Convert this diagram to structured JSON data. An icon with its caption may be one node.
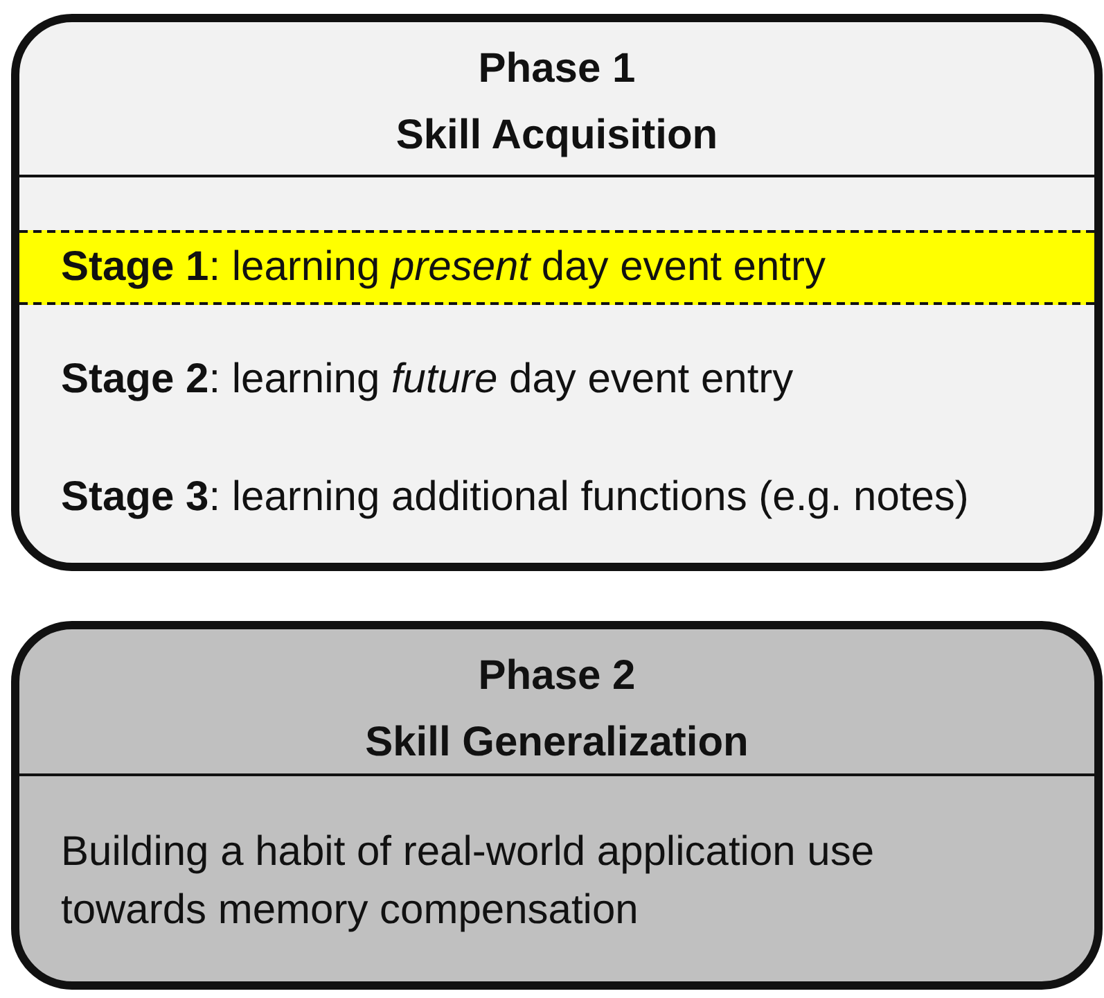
{
  "diagram": {
    "nodes": [
      {
        "text": [
          "Phase 1",
          "Skill Acquisition"
        ]
      },
      {
        "text": [
          "**Stage 1**: learning *present* day event entry"
        ],
        "in": 0
      },
      {
        "text": [
          "**Stage 2**: learning *future* day event entry"
        ],
        "in": 0
      },
      {
        "text": [
          "**Stage 3**: learning additional functions (e.g. notes)"
        ],
        "in": 0
      },
      {
        "text": [
          "Phase 2",
          "Skill Generalization",
          "Building a habit of real-world application use towards memory compensation"
        ]
      }
    ],
    "edges": []
  }
}
